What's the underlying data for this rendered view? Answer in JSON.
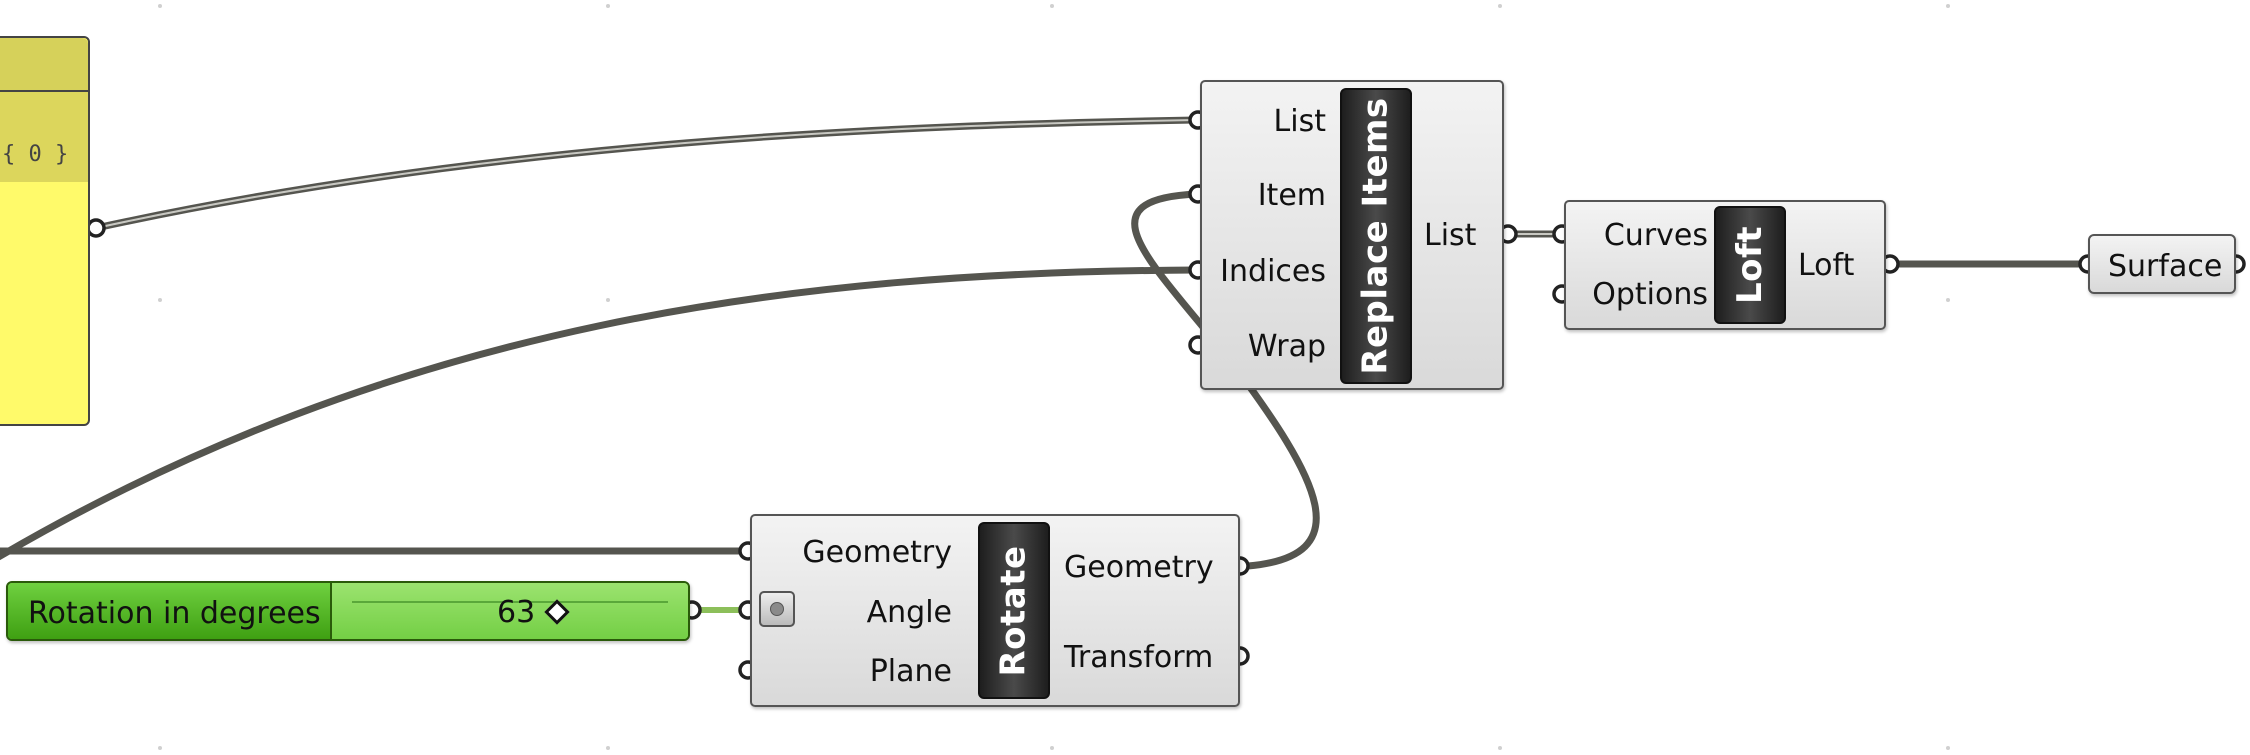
{
  "panel": {
    "path": "{ 0 }"
  },
  "replace_items": {
    "title": "Replace Items",
    "inputs": [
      "List",
      "Item",
      "Indices",
      "Wrap"
    ],
    "output": "List"
  },
  "loft": {
    "title": "Loft",
    "inputs": [
      "Curves",
      "Options"
    ],
    "output": "Loft"
  },
  "rotate": {
    "title": "Rotate",
    "inputs": [
      "Geometry",
      "Angle",
      "Plane"
    ],
    "outputs": [
      "Geometry",
      "Transform"
    ]
  },
  "slider": {
    "name": "Rotation in degrees",
    "value": "63"
  },
  "surface": {
    "label": "Surface"
  },
  "colors": {
    "panel": "#fffa6a",
    "slider": "#6fd040",
    "wire": "#55554f",
    "component": "#e4e4e4"
  }
}
